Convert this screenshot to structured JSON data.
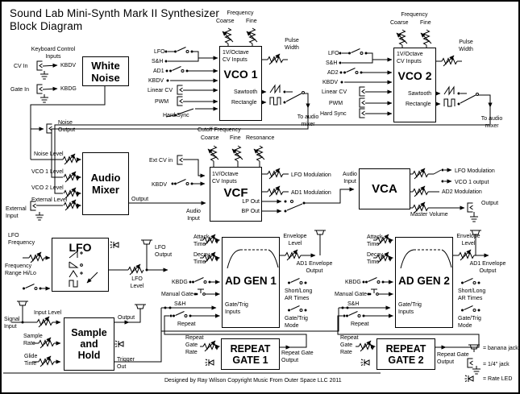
{
  "title": {
    "line1": "Sound Lab Mini-Synth Mark II Synthesizer",
    "line2": "Block Diagram"
  },
  "footer": "Designed by Ray Wilson Copyright Music From Outer Space LLC 2011",
  "legend": {
    "banana": "=  banana jack",
    "quarter": "=  1/4\" jack",
    "led": "=  Rate LED"
  },
  "blocks": {
    "white_noise": "White Noise",
    "vco1": "VCO 1",
    "vco2": "VCO 2",
    "audio_mixer": "Audio Mixer",
    "vcf": "VCF",
    "vca": "VCA",
    "lfo": "LFO",
    "sample_hold": "Sample and Hold",
    "adgen1": "AD GEN 1",
    "adgen2": "AD GEN 2",
    "repeat_gate1": "REPEAT GATE 1",
    "repeat_gate2": "REPEAT GATE 2"
  },
  "labels": {
    "keyboard_control_inputs": "Keyboard Control\nInputs",
    "cv_in": "CV In",
    "gate_in": "Gate In",
    "kbdv": "KBDV",
    "kbdg": "KBDG",
    "noise_output": "Noise\nOutput",
    "noise_level": "Noise Level",
    "vco1_level": "VCO 1 Level",
    "vco2_level": "VCO 2 Level",
    "external_level": "External Level",
    "external_input": "External\nInput",
    "output": "Output",
    "frequency": "Frequency",
    "coarse": "Coarse",
    "fine": "Fine",
    "pulse_width": "Pulse\nWidth",
    "lfo": "LFO",
    "s_and_h": "S&H",
    "ad1": "AD1",
    "ad2": "AD2",
    "linear_cv": "Linear CV",
    "pwm": "PWM",
    "hard_sync": "Hard Sync",
    "cv_inputs": "1V/Octave\nCV Inputs",
    "sawtooth": "Sawtooth",
    "rectangle": "Rectangle",
    "to_audio_mixer": "To audio\nmixer",
    "cutoff_frequency": "Cutoff Frequency",
    "resonance": "Resonance",
    "ext_cv_in": "Ext CV in",
    "audio_input": "Audio\nInput",
    "lfo_modulation": "LFO Modulation",
    "ad1_modulation": "AD1 Modulation",
    "lp_out": "LP Out",
    "bp_out": "BP Out",
    "vco1_output": "VCO 1 output",
    "ad2_modulation": "AD2 Modulation",
    "master_volume": "Master Volume",
    "lfo_frequency": "LFO\nFrequency",
    "frequency_range": "Frequency\nRange Hi/Lo",
    "lfo_level": "LFO\nLevel",
    "lfo_output": "LFO\nOutput",
    "signal_input": "Signal\nInput",
    "input_level": "Input Level",
    "sample_rate": "Sample\nRate",
    "glide_time": "Glide\nTime",
    "trigger_out": "Trigger\nOut",
    "attack_time": "Attack\nTime",
    "decay_time": "Decay\nTime",
    "manual_gate": "Manual Gate",
    "repeat": "Repeat",
    "envelope_level": "Envelope\nLevel",
    "ad1_envelope_output": "AD1 Envelope\nOutput",
    "short_long": "Short/Long\nAR Times",
    "gate_trig_mode": "Gate/Trig\nMode",
    "gate_trig_inputs": "Gate/Trig\nInputs",
    "repeat_gate_rate": "Repeat\nGate\nRate",
    "repeat_gate_output": "Repeat Gate\nOutput"
  }
}
